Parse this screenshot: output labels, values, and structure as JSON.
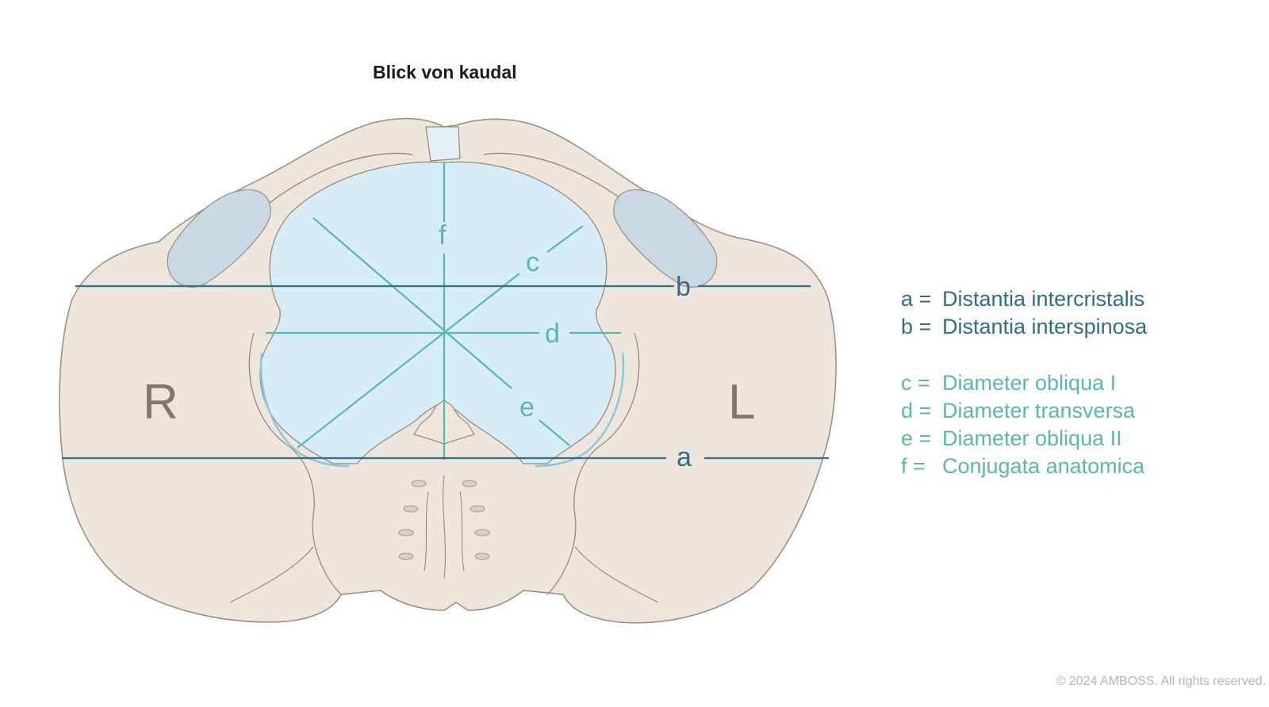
{
  "title": "Blick von kaudal",
  "side_labels": {
    "right": "R",
    "left": "L"
  },
  "line_labels": {
    "a": "a",
    "b": "b",
    "c": "c",
    "d": "d",
    "e": "e",
    "f": "f"
  },
  "legend": {
    "group1": [
      {
        "key": "a =",
        "text": "Distantia intercristalis"
      },
      {
        "key": "b =",
        "text": "Distantia interspinosa"
      }
    ],
    "group2": [
      {
        "key": "c =",
        "text": "Diameter obliqua I"
      },
      {
        "key": "d =",
        "text": "Diameter transversa"
      },
      {
        "key": "e =",
        "text": "Diameter obliqua II"
      },
      {
        "key": "f =",
        "text": "Conjugata anatomica"
      }
    ]
  },
  "copyright": "© 2024 AMBOSS. All rights reserved.",
  "colors": {
    "bone": "#ede6dc",
    "bone_outline": "#9b8a79",
    "inlet": "#d6ecf6",
    "inlet_outline": "#8cc7e2",
    "dark_teal": "#2d6f86",
    "light_teal": "#58b8ad",
    "side_letter": "#8a7462"
  }
}
